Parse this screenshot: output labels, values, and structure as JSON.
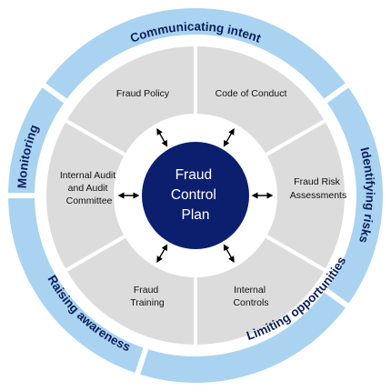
{
  "hub": {
    "lines": [
      "Fraud",
      "Control",
      "Plan"
    ]
  },
  "outer_ring": [
    {
      "id": "communicating",
      "label": "Communicating intent"
    },
    {
      "id": "identifying",
      "label": "Identifying risks"
    },
    {
      "id": "limiting",
      "label": "Limiting opportunities"
    },
    {
      "id": "raising",
      "label": "Raising awareness"
    },
    {
      "id": "monitoring",
      "label": "Monitoring"
    }
  ],
  "segments": [
    {
      "id": "fraud-policy",
      "lines": [
        "Fraud Policy"
      ]
    },
    {
      "id": "code-of-conduct",
      "lines": [
        "Code of Conduct"
      ]
    },
    {
      "id": "fraud-risk-assessments",
      "lines": [
        "Fraud Risk",
        "Assessments"
      ]
    },
    {
      "id": "internal-controls",
      "lines": [
        "Internal",
        "Controls"
      ]
    },
    {
      "id": "fraud-training",
      "lines": [
        "Fraud",
        "Training"
      ]
    },
    {
      "id": "internal-audit",
      "lines": [
        "Internal Audit",
        "and Audit",
        "Committee"
      ]
    }
  ],
  "colors": {
    "outer_ring": "#a9d3f0",
    "segment_fill": "#dcdcdc",
    "hub_fill": "#0c1f6e",
    "outer_text": "#0b1e5b",
    "arrow": "#000000",
    "divider": "#ffffff"
  }
}
